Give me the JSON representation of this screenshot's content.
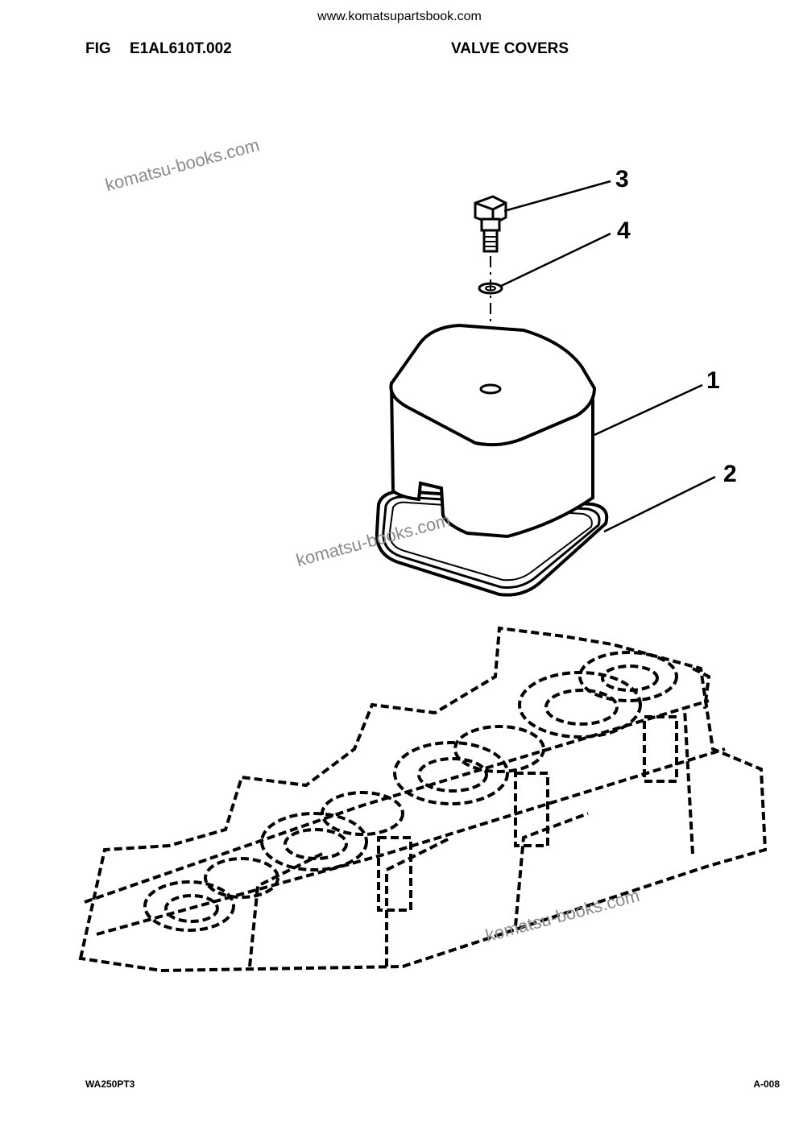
{
  "header": {
    "site_url": "www.komatsupartsbook.com",
    "fig_label": "FIG",
    "fig_code": "E1AL610T.002",
    "title": "VALVE COVERS"
  },
  "callouts": [
    "3",
    "4",
    "1",
    "2"
  ],
  "watermarks": [
    "komatsu-books.com",
    "komatsu-books.com",
    "komatsu-books.com"
  ],
  "footer": {
    "model": "WA250PT3",
    "page": "A-008"
  }
}
